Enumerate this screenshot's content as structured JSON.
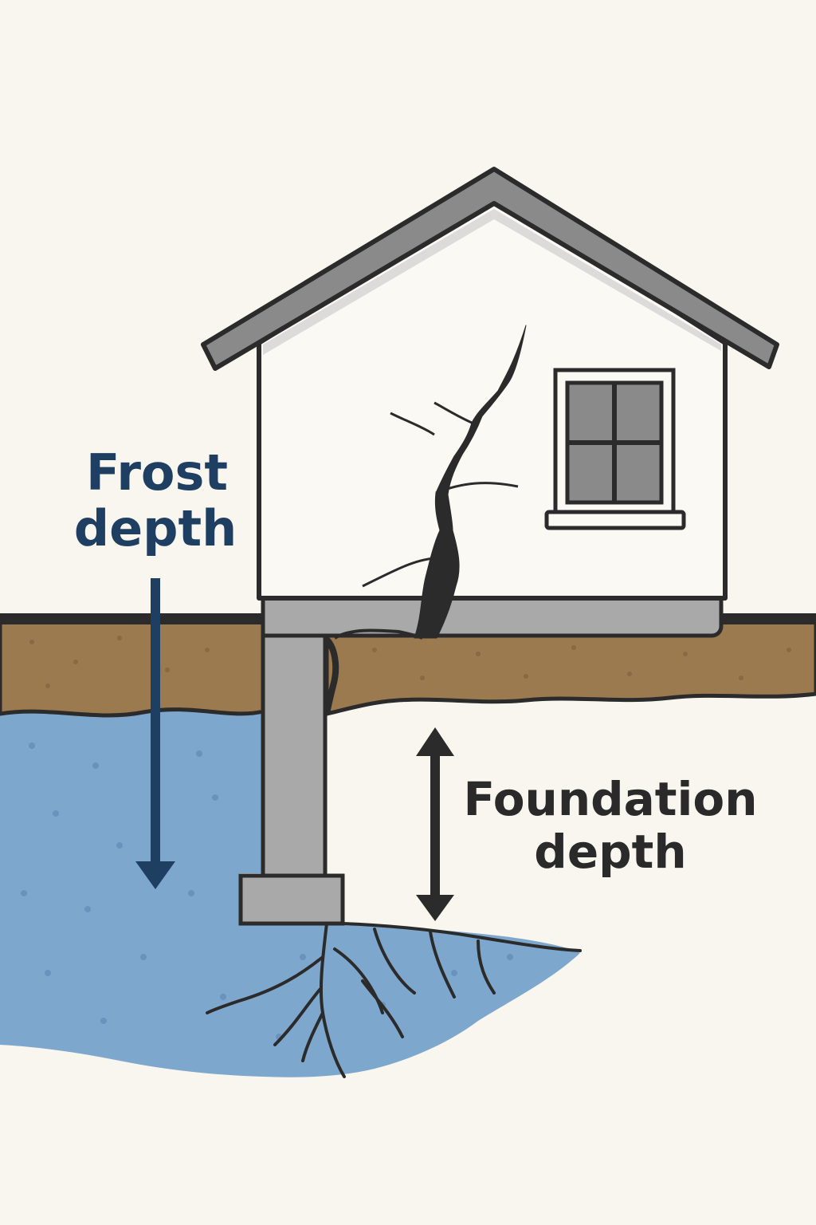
{
  "labels": {
    "frost_line1": "Frost",
    "frost_line2": "depth",
    "foundation_line1": "Foundation",
    "foundation_line2": "depth"
  },
  "colors": {
    "background": "#f9f6ef",
    "frost_text": "#1f3f62",
    "frost_zone": "#7ea7cd",
    "soil": "#9c7a50",
    "concrete": "#a9a9a9",
    "roof": "#8a8a8a",
    "outline": "#2b2b2b",
    "label_text": "#2a2a2a"
  },
  "icons": {
    "house": "house-icon",
    "crack": "crack-icon",
    "roots": "frost-crack-roots-icon"
  }
}
